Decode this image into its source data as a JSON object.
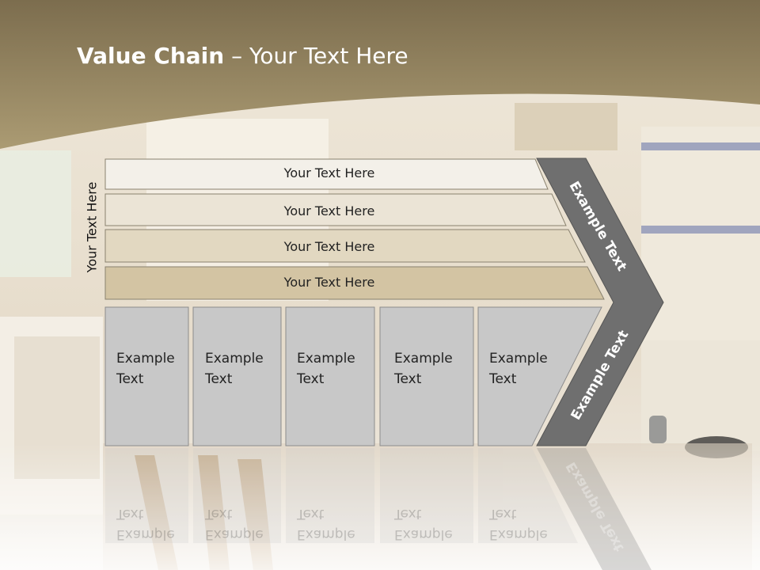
{
  "title": {
    "bold": "Value Chain",
    "rest": " – Your Text Here"
  },
  "side_label": "Your Text Here",
  "rows": [
    {
      "label": "Your Text Here",
      "color": "#f3f0e9"
    },
    {
      "label": "Your Text Here",
      "color": "#ebe4d6"
    },
    {
      "label": "Your Text Here",
      "color": "#e2d8c1"
    },
    {
      "label": "Your Text Here",
      "color": "#d3c4a3"
    }
  ],
  "boxes": [
    {
      "line1": "Example",
      "line2": "Text"
    },
    {
      "line1": "Example",
      "line2": "Text"
    },
    {
      "line1": "Example",
      "line2": "Text"
    },
    {
      "line1": "Example",
      "line2": "Text"
    },
    {
      "line1": "Example",
      "line2": "Text"
    }
  ],
  "chevron_upper": "Example Text",
  "chevron_lower": "Example Text",
  "colors": {
    "header": "#9b8a63",
    "box": "#c8c8c8",
    "chevron": "#6f6f6f"
  }
}
